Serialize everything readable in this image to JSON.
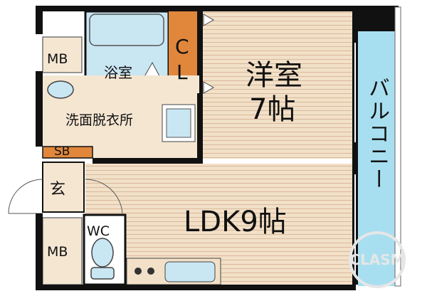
{
  "rooms": {
    "western_room": {
      "name": "洋室",
      "size": "7帖"
    },
    "ldk": {
      "label": "LDK9帖"
    },
    "bath": {
      "label": "浴室"
    },
    "closet": {
      "label_top": "C",
      "label_bottom": "L"
    },
    "washroom": {
      "label": "洗面脱衣所"
    },
    "mb_top": {
      "label": "MB"
    },
    "mb_bottom": {
      "label": "MB"
    },
    "sb": {
      "label": "SB"
    },
    "entrance": {
      "label": "玄"
    },
    "wc": {
      "label": "WC"
    },
    "balcony": {
      "label": "バルコニー"
    }
  },
  "watermark": {
    "text": "CLASM"
  },
  "colors": {
    "wall": "#111111",
    "wood_floor": "#f2e0c8",
    "wood_line": "#d8b99a",
    "tile": "#f5e6d2",
    "bath": "#c9e6f3",
    "closet": "#e0873c",
    "balcony": "#a8dff0",
    "white": "#ffffff"
  }
}
